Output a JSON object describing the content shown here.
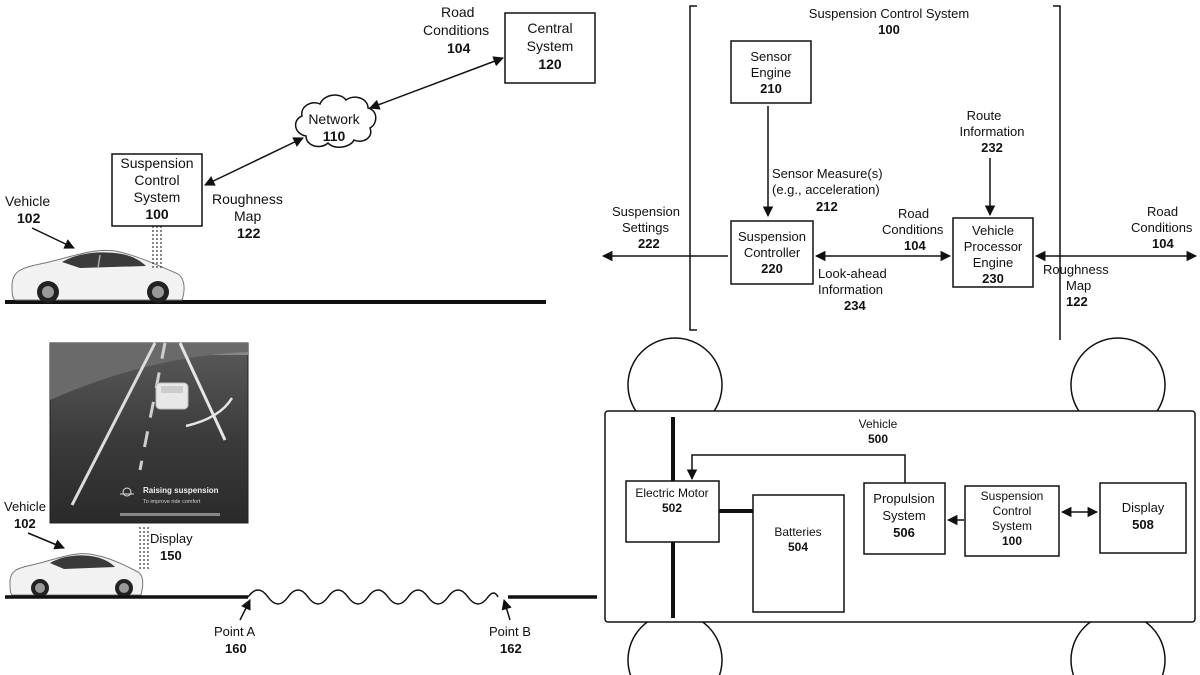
{
  "top_left": {
    "road_conditions": {
      "name": "Road Conditions",
      "num": "104"
    },
    "central_system": {
      "name": "Central System",
      "num": "120"
    },
    "network": {
      "name": "Network",
      "num": "110"
    },
    "suspension_control_system": {
      "name": "Suspension Control System",
      "num": "100"
    },
    "roughness_map": {
      "name": "Roughness Map",
      "num": "122"
    },
    "vehicle": {
      "name": "Vehicle",
      "num": "102"
    }
  },
  "top_right": {
    "title": {
      "name": "Suspension Control System",
      "num": "100"
    },
    "sensor_engine": {
      "name": "Sensor Engine",
      "num": "210"
    },
    "sensor_measures": {
      "line1": "Sensor Measure(s)",
      "line2": "(e.g., acceleration)",
      "num": "212"
    },
    "route_information": {
      "name": "Route Information",
      "num": "232"
    },
    "suspension_settings": {
      "name": "Suspension Settings",
      "num": "222"
    },
    "suspension_controller": {
      "name": "Suspension Controller",
      "num": "220"
    },
    "road_conditions_inner": {
      "name": "Road Conditions",
      "num": "104"
    },
    "vehicle_processor_engine": {
      "name": "Vehicle Processor Engine",
      "num": "230"
    },
    "look_ahead": {
      "name": "Look-ahead Information",
      "num": "234"
    },
    "road_conditions_outer": {
      "name": "Road Conditions",
      "num": "104"
    },
    "roughness_map": {
      "name": "Roughness Map",
      "num": "122"
    }
  },
  "bottom_left": {
    "screen_text_main": "Raising suspension",
    "screen_text_sub": "To improve ride comfort",
    "vehicle": {
      "name": "Vehicle",
      "num": "102"
    },
    "display": {
      "name": "Display",
      "num": "150"
    },
    "point_a": {
      "name": "Point A",
      "num": "160"
    },
    "point_b": {
      "name": "Point B",
      "num": "162"
    }
  },
  "bottom_right": {
    "vehicle": {
      "name": "Vehicle",
      "num": "500"
    },
    "electric_motor": {
      "name": "Electric Motor",
      "num": "502"
    },
    "batteries": {
      "name": "Batteries",
      "num": "504"
    },
    "propulsion_system": {
      "name": "Propulsion System",
      "num": "506"
    },
    "suspension_control_system": {
      "name": "Suspension Control System",
      "num": "100"
    },
    "display": {
      "name": "Display",
      "num": "508"
    }
  }
}
